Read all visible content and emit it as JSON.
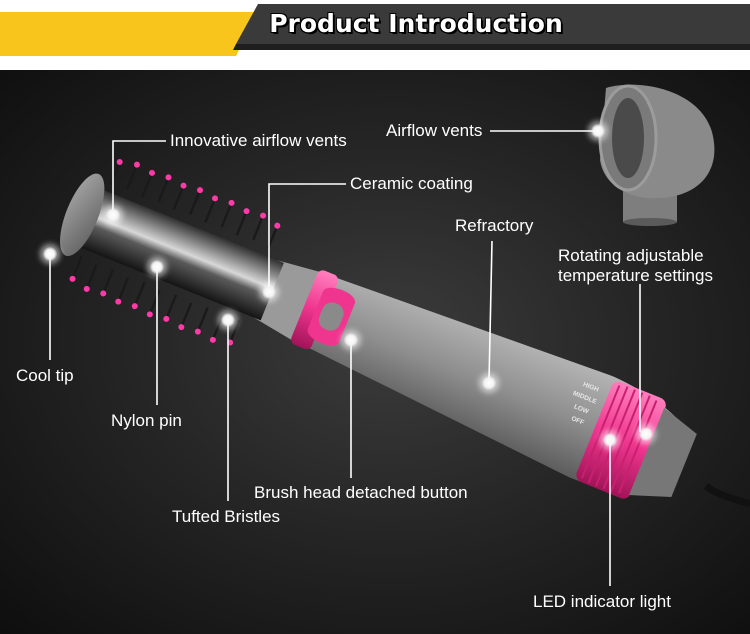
{
  "banner": {
    "title": "Product Introduction"
  },
  "product": {
    "mode_labels": [
      "HIGH",
      "MIDDLE",
      "LOW",
      "OFF"
    ]
  },
  "callouts": {
    "innovative_airflow_vents": "Innovative airflow vents",
    "airflow_vents": "Airflow vents",
    "ceramic_coating": "Ceramic coating",
    "refractory": "Refractory",
    "rotating_temperature": "Rotating adjustable temperature settings",
    "cool_tip": "Cool tip",
    "nylon_pin": "Nylon pin",
    "brush_head_button": "Brush head detached button",
    "tufted_bristles": "Tufted Bristles",
    "led_indicator": "LED indicator light"
  },
  "colors": {
    "banner_yellow": "#f7c51c",
    "banner_dark": "#3a3a3a",
    "accent_pink": "#f0358f",
    "body_gray": "#8f8f8f",
    "bristle_tip": "#ff3aa8"
  }
}
